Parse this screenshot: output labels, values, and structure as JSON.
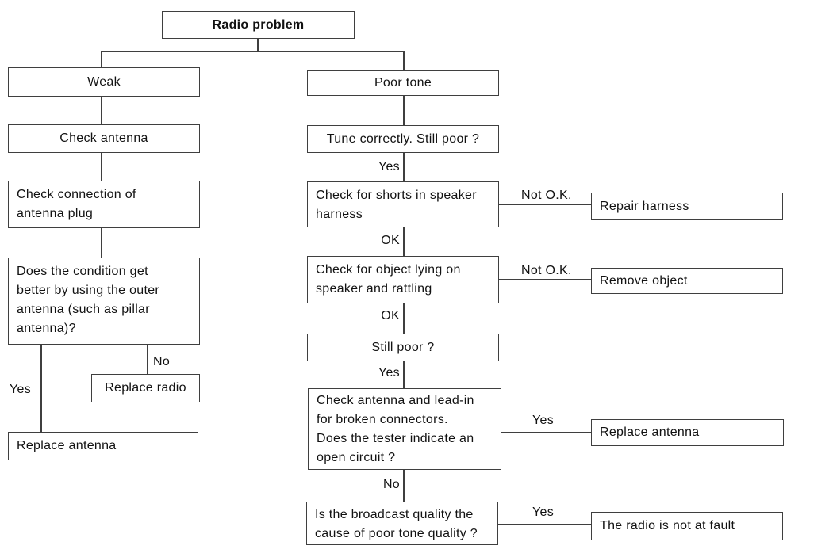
{
  "diagram": {
    "title": "Radio problem",
    "nodes": {
      "root": "Radio problem",
      "weak": "Weak",
      "poor_tone": "Poor tone",
      "check_antenna": "Check antenna",
      "check_connection": "Check connection of\nantenna plug",
      "condition_better": "Does the condition get\nbetter by using the outer\nantenna (such as pillar\nantenna)?",
      "replace_radio": "Replace radio",
      "replace_antenna_weak": "Replace antenna",
      "tune_correctly": "Tune correctly. Still poor ?",
      "check_shorts": "Check for shorts in speaker\nharness",
      "repair_harness": "Repair harness",
      "check_object": "Check for object lying on\nspeaker and rattling",
      "remove_object": "Remove object",
      "still_poor": "Still poor ?",
      "check_leadin": "Check antenna and lead-in\nfor broken connectors.\nDoes the tester indicate an\nopen circuit ?",
      "replace_antenna_tone": "Replace antenna",
      "broadcast_quality": "Is the broadcast quality the\ncause of poor tone quality ?",
      "radio_not_fault": "The radio is not at fault"
    },
    "edge_labels": {
      "yes": "Yes",
      "no": "No",
      "ok": "OK",
      "not_ok": "Not O.K."
    },
    "colors": {
      "line": "#3f3f3f",
      "text": "#121212",
      "background": "#ffffff"
    }
  }
}
